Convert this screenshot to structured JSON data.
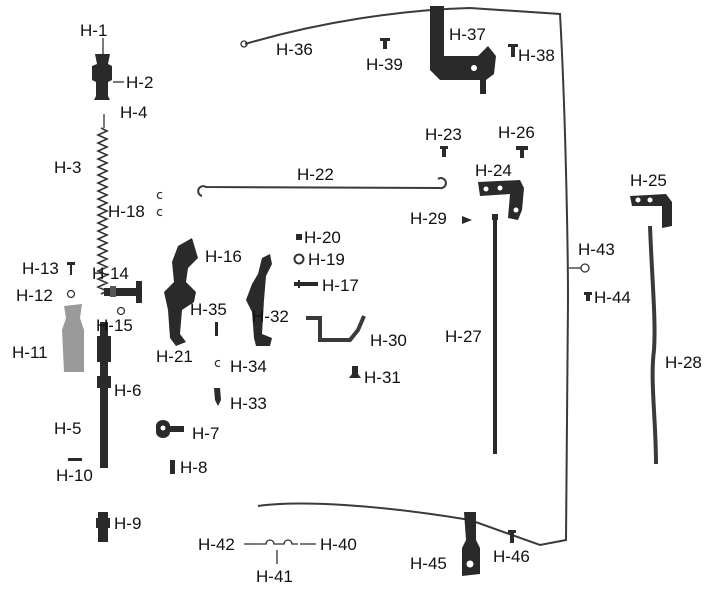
{
  "labels": {
    "h1": "H-1",
    "h2": "H-2",
    "h3": "H-3",
    "h4": "H-4",
    "h5": "H-5",
    "h6": "H-6",
    "h7": "H-7",
    "h8": "H-8",
    "h9": "H-9",
    "h10": "H-10",
    "h11": "H-11",
    "h12": "H-12",
    "h13": "H-13",
    "h14": "H-14",
    "h15": "H-15",
    "h16": "H-16",
    "h17": "H-17",
    "h18": "H-18",
    "h19": "H-19",
    "h20": "H-20",
    "h21": "H-21",
    "h22": "H-22",
    "h23": "H-23",
    "h24": "H-24",
    "h25": "H-25",
    "h26": "H-26",
    "h27": "H-27",
    "h28": "H-28",
    "h29": "H-29",
    "h30": "H-30",
    "h31": "H-31",
    "h32": "H-32",
    "h33": "H-33",
    "h34": "H-34",
    "h35": "H-35",
    "h36": "H-36",
    "h37": "H-37",
    "h38": "H-38",
    "h39": "H-39",
    "h40": "H-40",
    "h41": "H-41",
    "h42": "H-42",
    "h43": "H-43",
    "h44": "H-44",
    "h45": "H-45",
    "h46": "H-46"
  },
  "colors": {
    "part": "#2a2a2a",
    "part_light": "#9a9a9a",
    "background": "#ffffff"
  }
}
